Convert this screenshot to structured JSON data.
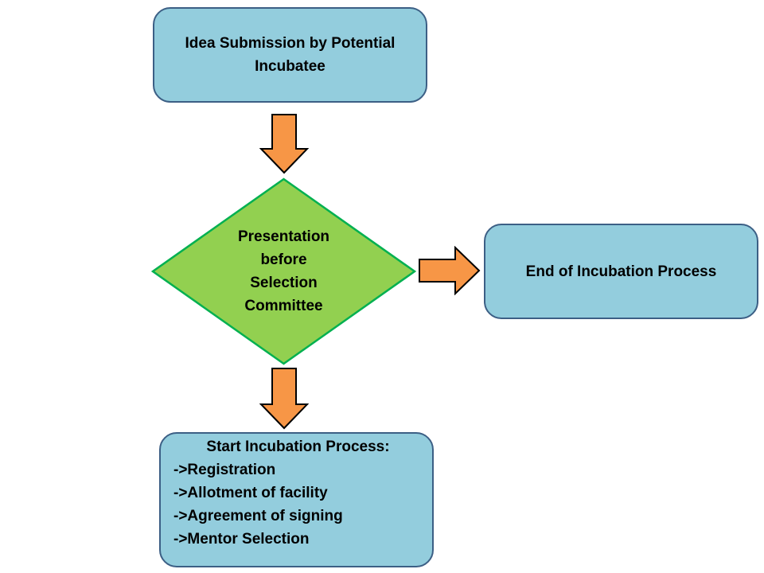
{
  "colors": {
    "box_fill": "#93cddd",
    "box_border": "#3c5f85",
    "decision_fill": "#92d050",
    "decision_border": "#00b050",
    "arrow_fill": "#f79646",
    "arrow_border": "#000000"
  },
  "nodes": {
    "submission": {
      "label": "Idea Submission by Potential Incubatee"
    },
    "decision": {
      "lines": [
        "Presentation",
        "before",
        "Selection",
        "Committee"
      ]
    },
    "end": {
      "label": "End of Incubation Process"
    },
    "start": {
      "title": "Start Incubation Process:",
      "steps": [
        "->Registration",
        "->Allotment of facility",
        "->Agreement of signing",
        "->Mentor Selection"
      ]
    }
  }
}
